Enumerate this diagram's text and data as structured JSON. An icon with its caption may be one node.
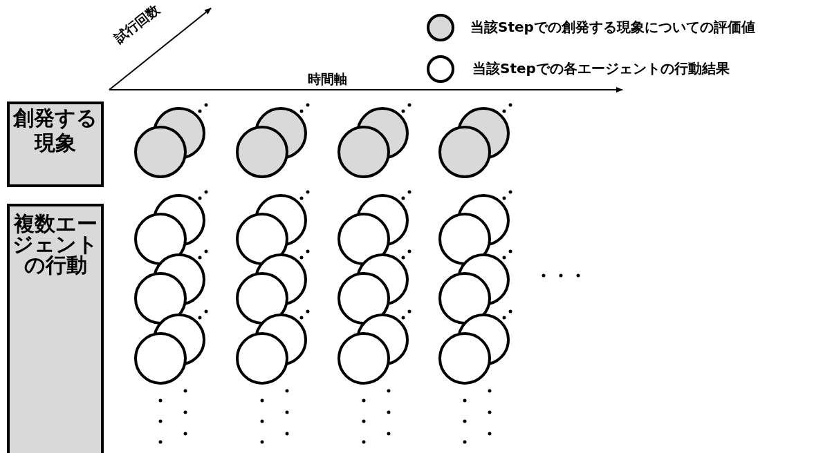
{
  "diagram": {
    "nodes": [
      {
        "text": [
          "創発する現象"
        ]
      },
      {
        "text": [
          "複数エージェントの行動"
        ]
      }
    ],
    "edges": [],
    "labels": [
      "試行回数",
      "時間軸"
    ],
    "legend": [
      {
        "text": "当該Stepでの創発する現象についての評価値",
        "color": "#d9d9d9"
      },
      {
        "text": "当該Stepでの各エージェントの行動結果",
        "color": "#ffffff"
      }
    ]
  }
}
